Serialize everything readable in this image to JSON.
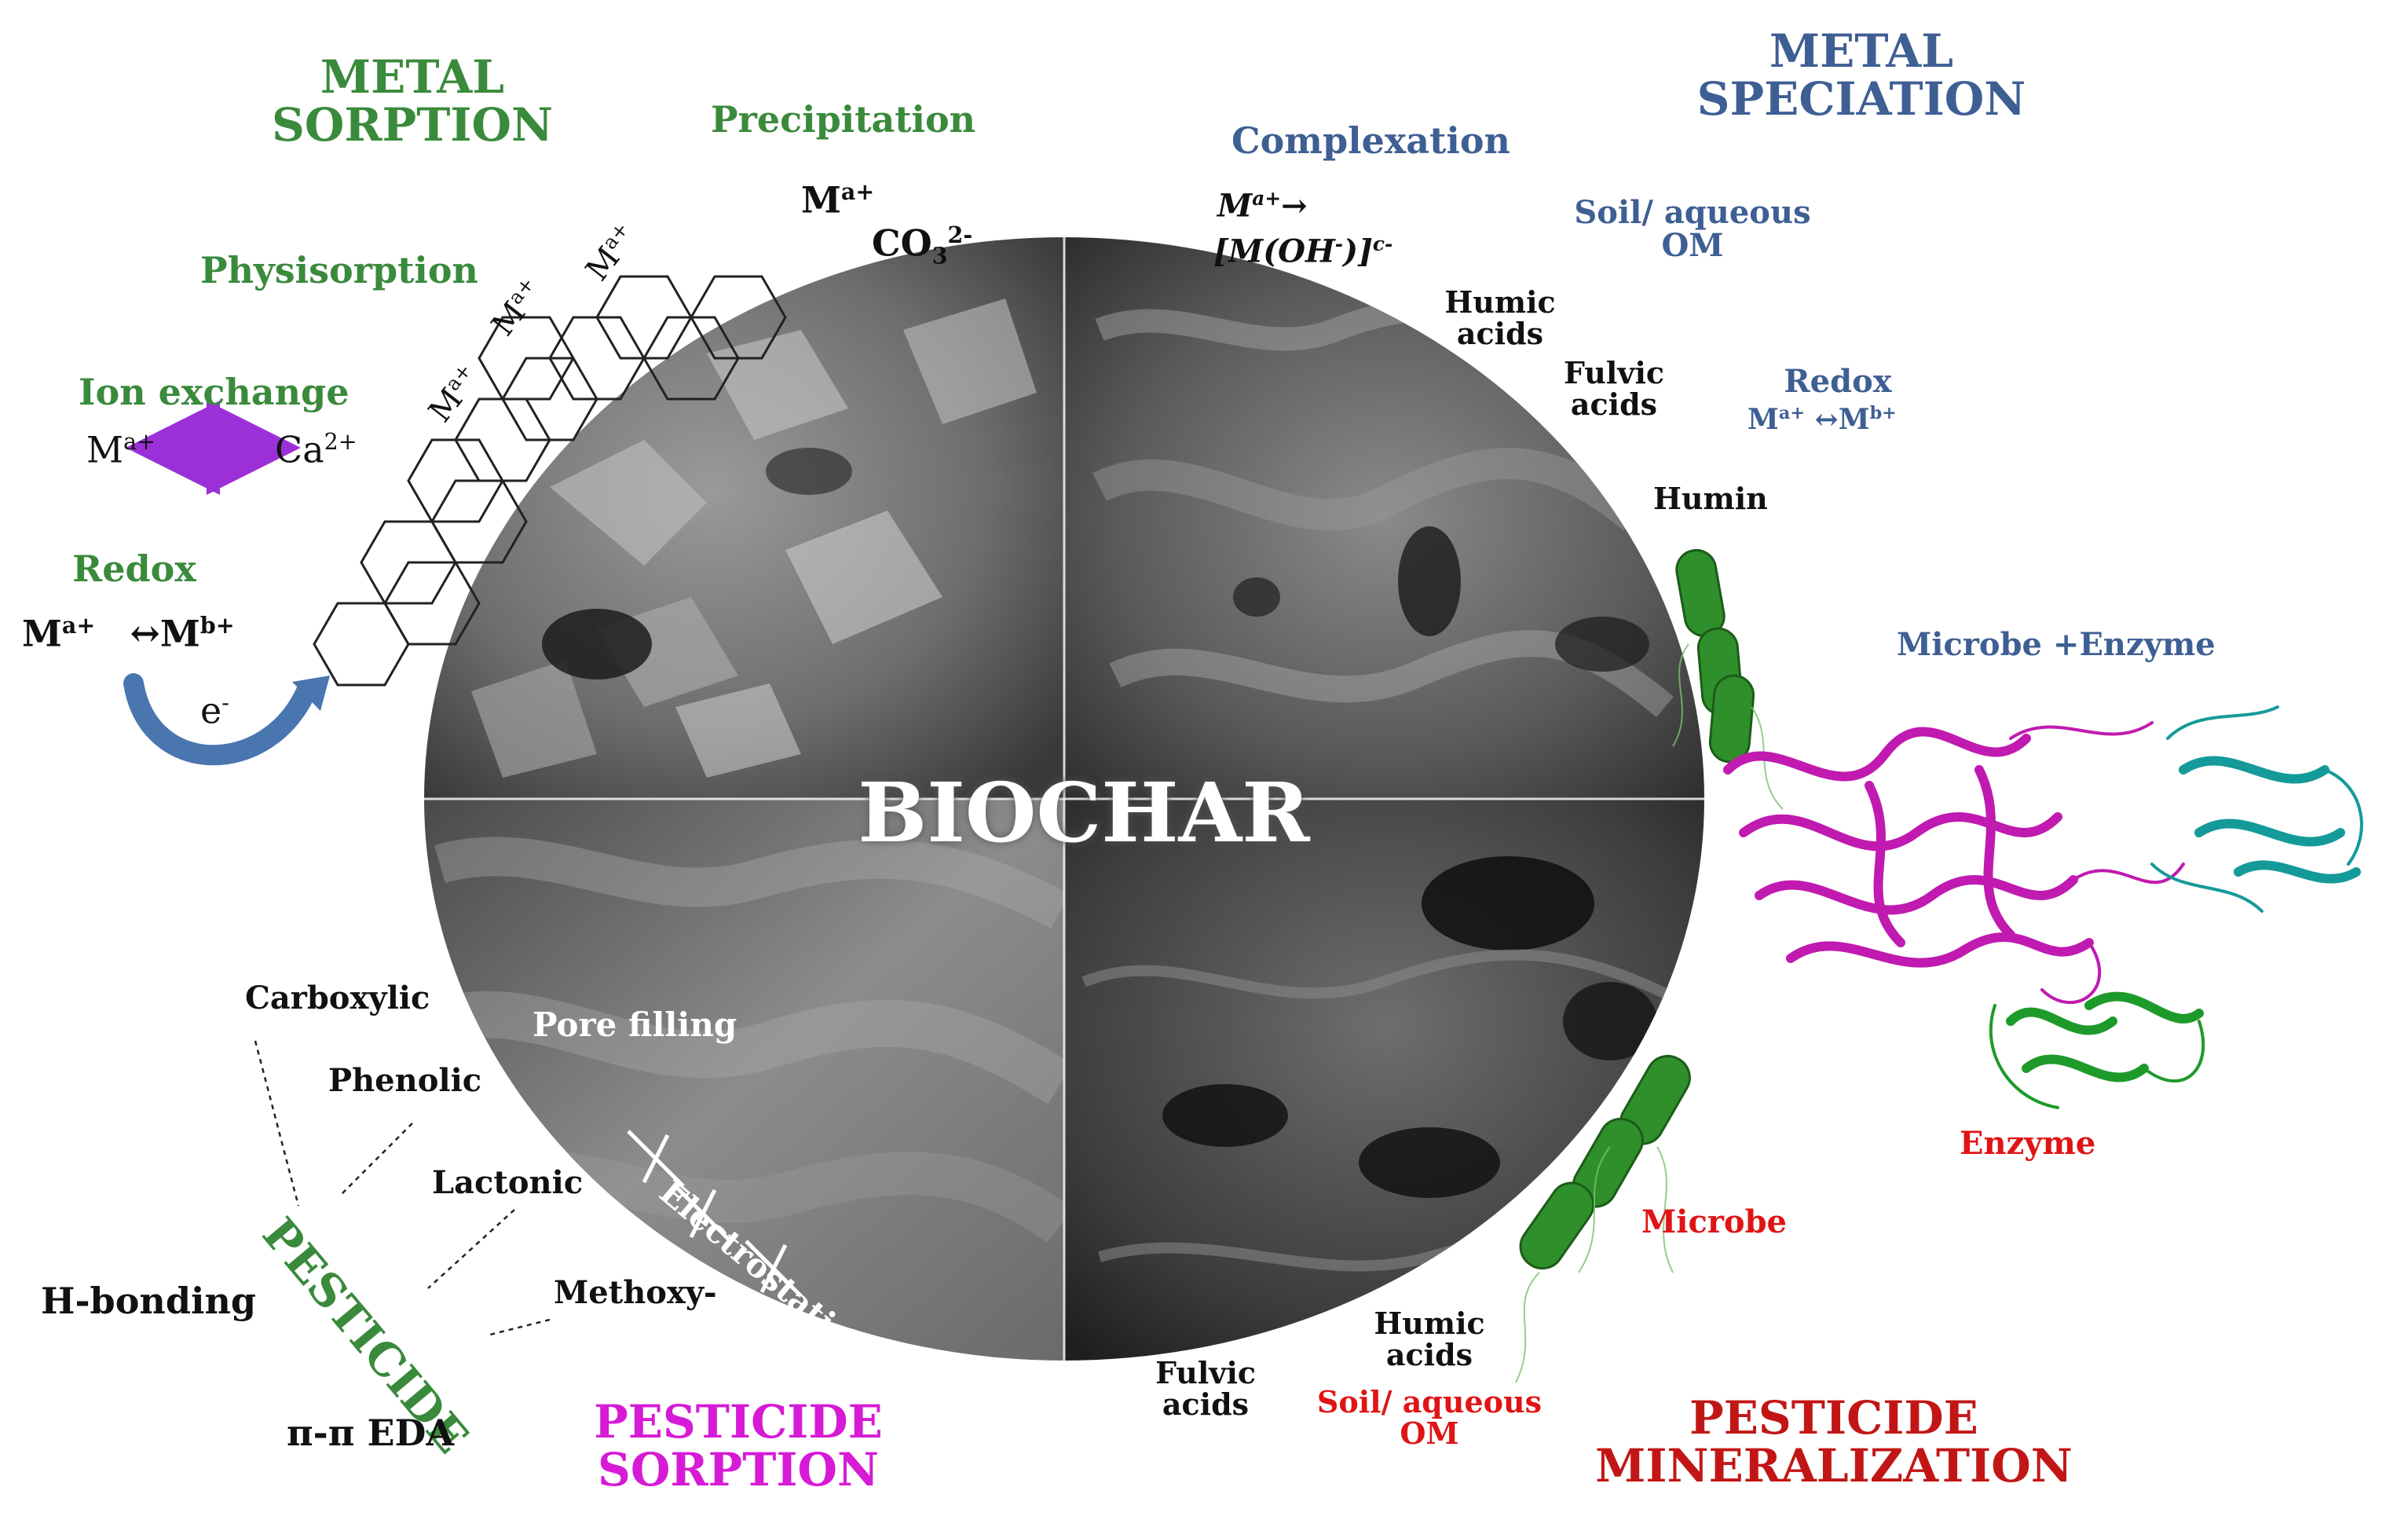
{
  "center_label": "BIOCHAR",
  "quadrants": {
    "metal_sorption": {
      "title": "METAL SORPTION",
      "precipitation": "Precipitation",
      "precip_ion": "M",
      "precip_ion_charge": "a+",
      "carbonate": "CO",
      "carbonate_sub": "3",
      "carbonate_charge": "2-",
      "physisorption": "Physisorption",
      "ion_exchange": "Ion exchange",
      "ion_exchange_left": "M",
      "ion_exchange_left_charge": "a+",
      "ion_exchange_right": "Ca",
      "ion_exchange_right_charge": "2+",
      "redox": "Redox",
      "redox_left": "M",
      "redox_left_charge": "a+",
      "redox_arrow": "↔",
      "redox_right": "M",
      "redox_right_charge": "b+",
      "electron": "e",
      "electron_charge": "-",
      "graphene_ion": "M",
      "graphene_ion_charge": "a+"
    },
    "metal_speciation": {
      "title": "METAL SPECIATION",
      "complexation": "Complexation",
      "complex_ion": "M",
      "complex_ion_charge": "a+",
      "complex_arrow": "→",
      "complex_product": "[M(OH",
      "complex_product_charge1": "-",
      "complex_product_end": ")]",
      "complex_product_charge2": "c-",
      "soil_om": "Soil/  aqueous OM",
      "redox": "Redox",
      "redox_eq": "M",
      "redox_eq_charge1": "a+",
      "redox_eq_arrow": " ↔M",
      "redox_eq_charge2": "b+",
      "humic_acids": "Humic acids",
      "fulvic_acids": "Fulvic acids",
      "humin": "Humin",
      "microbe_enzyme": "Microbe  +Enzyme"
    },
    "pesticide_sorption": {
      "title": "PESTICIDE SORPTION",
      "pesticide": "PESTICIDE",
      "pore_filling": "Pore filling",
      "electrostatic": "Electrostatic",
      "carboxylic": "Carboxylic",
      "phenolic": "Phenolic",
      "lactonic": "Lactonic",
      "methoxy": "Methoxy-",
      "h_bonding": "H-bonding",
      "pi_eda": "π-π EDA"
    },
    "pesticide_mineralization": {
      "title": "PESTICIDE MINERALIZATION",
      "humic_acids": "Humic acids",
      "fulvic_acids": "Fulvic acids",
      "soil_om": "Soil/ aqueous OM",
      "microbe": "Microbe",
      "enzyme": "Enzyme"
    }
  },
  "colors": {
    "metal_sorption": "#3a8a3c",
    "metal_speciation": "#3e5f93",
    "pesticide_sorption": "#d61ad6",
    "pesticide_mineralization": "#c21616",
    "enzyme_magenta": "#c01ab0",
    "enzyme_teal": "#159a9a",
    "enzyme_green": "#1e9a2a",
    "microbe_green": "#2f8f2a",
    "exchange_arrow": "#9b30d8",
    "electron_arrow": "#4a76b0"
  }
}
